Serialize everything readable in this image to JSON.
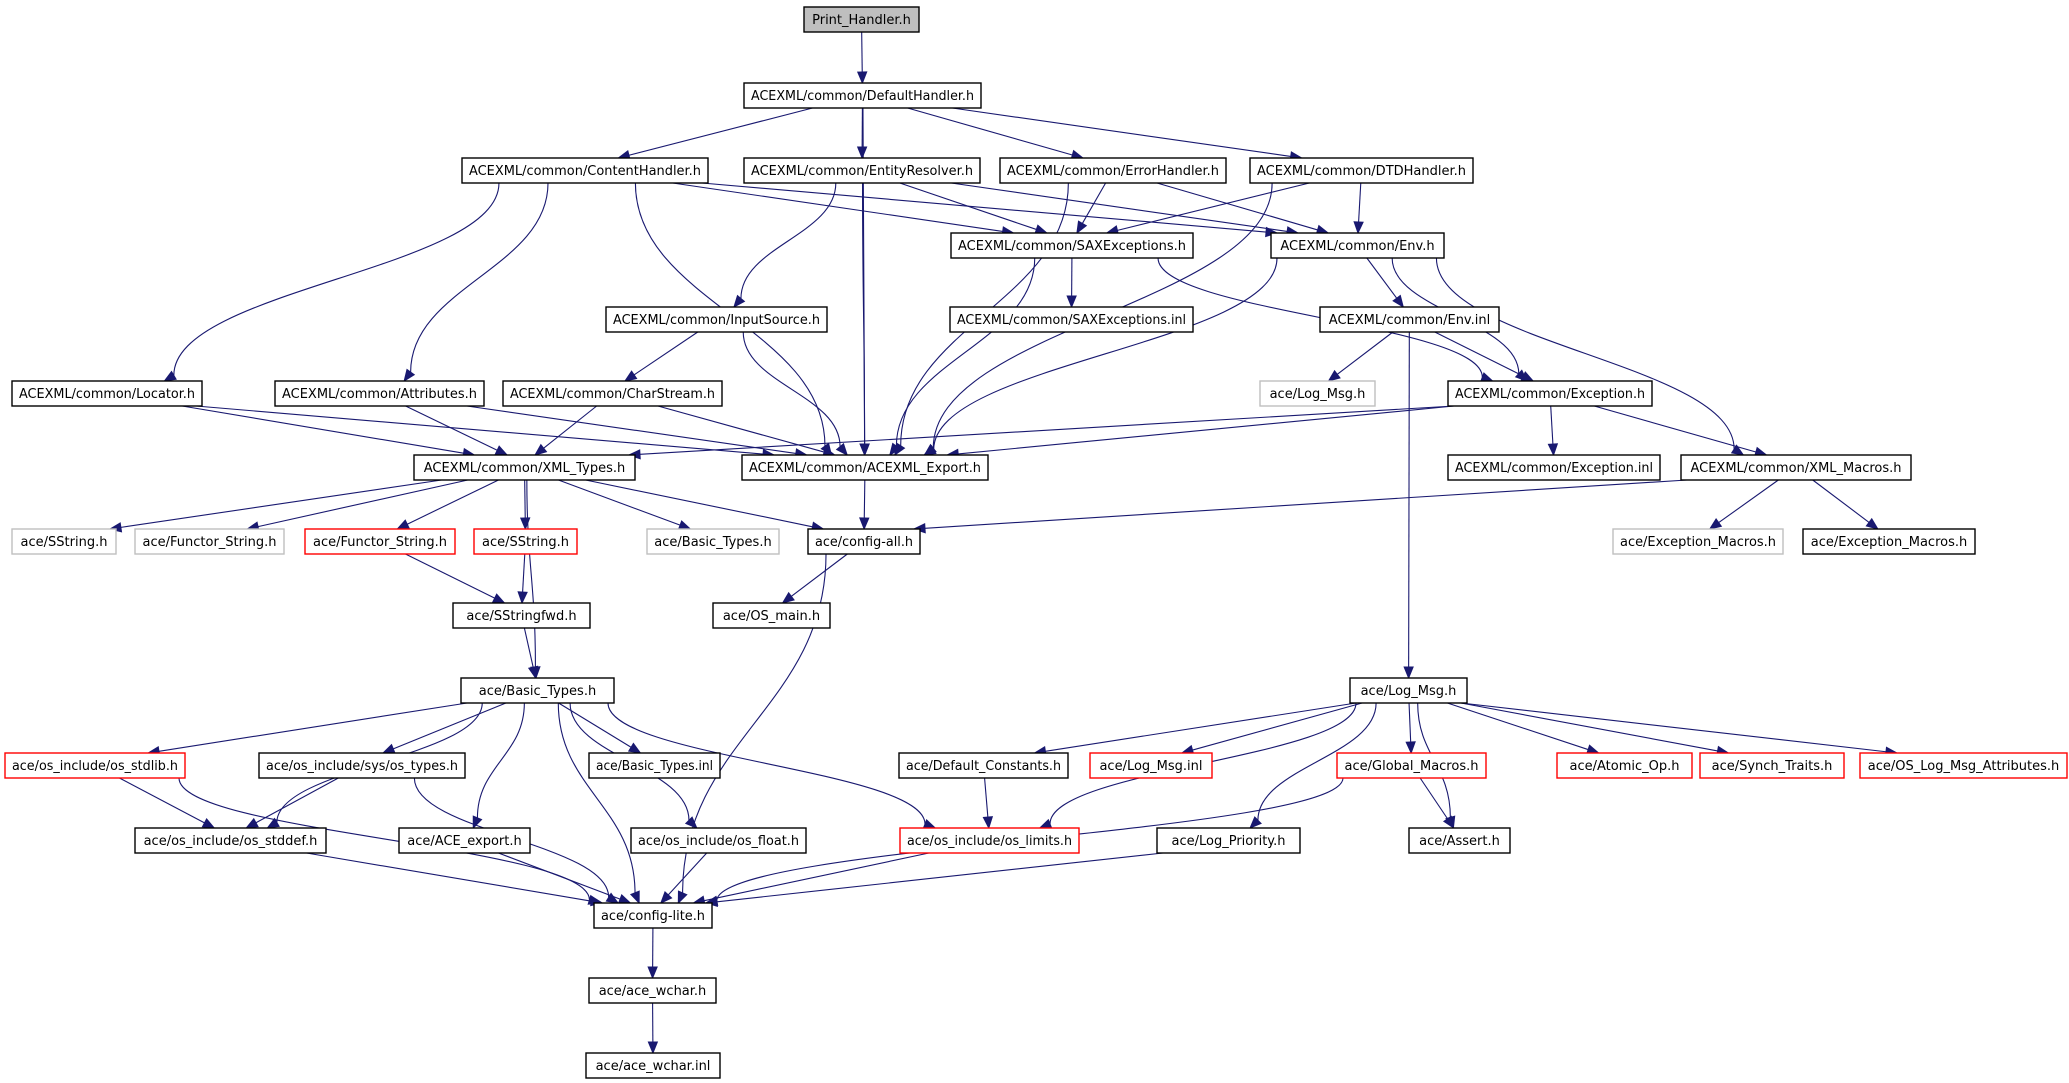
{
  "title": "Print_Handler.h include dependency graph",
  "colors": {
    "edge": "#191970",
    "root_fill": "#bfbfbf",
    "normal_border": "#000000",
    "missing_border": "#bfbfbf",
    "truncated_border": "#ff0000"
  },
  "nodes": [
    {
      "id": "print_handler",
      "label": "Print_Handler.h",
      "kind": "root"
    },
    {
      "id": "default_handler",
      "label": "ACEXML/common/DefaultHandler.h",
      "kind": "normal"
    },
    {
      "id": "content_handler",
      "label": "ACEXML/common/ContentHandler.h",
      "kind": "normal"
    },
    {
      "id": "entity_resolver",
      "label": "ACEXML/common/EntityResolver.h",
      "kind": "normal"
    },
    {
      "id": "error_handler",
      "label": "ACEXML/common/ErrorHandler.h",
      "kind": "normal"
    },
    {
      "id": "dtd_handler",
      "label": "ACEXML/common/DTDHandler.h",
      "kind": "normal"
    },
    {
      "id": "sax_exceptions",
      "label": "ACEXML/common/SAXExceptions.h",
      "kind": "normal"
    },
    {
      "id": "env_h",
      "label": "ACEXML/common/Env.h",
      "kind": "normal"
    },
    {
      "id": "sax_exceptions_inl",
      "label": "ACEXML/common/SAXExceptions.inl",
      "kind": "normal"
    },
    {
      "id": "input_source",
      "label": "ACEXML/common/InputSource.h",
      "kind": "normal"
    },
    {
      "id": "env_inl",
      "label": "ACEXML/common/Env.inl",
      "kind": "normal"
    },
    {
      "id": "locator",
      "label": "ACEXML/common/Locator.h",
      "kind": "normal"
    },
    {
      "id": "attributes",
      "label": "ACEXML/common/Attributes.h",
      "kind": "normal"
    },
    {
      "id": "char_stream",
      "label": "ACEXML/common/CharStream.h",
      "kind": "normal"
    },
    {
      "id": "log_msg_grey",
      "label": "ace/Log_Msg.h",
      "kind": "missing"
    },
    {
      "id": "exception_h",
      "label": "ACEXML/common/Exception.h",
      "kind": "normal"
    },
    {
      "id": "xml_types",
      "label": "ACEXML/common/XML_Types.h",
      "kind": "normal"
    },
    {
      "id": "acexml_export",
      "label": "ACEXML/common/ACEXML_Export.h",
      "kind": "normal"
    },
    {
      "id": "exception_inl",
      "label": "ACEXML/common/Exception.inl",
      "kind": "normal"
    },
    {
      "id": "xml_macros",
      "label": "ACEXML/common/XML_Macros.h",
      "kind": "normal"
    },
    {
      "id": "sstring_grey",
      "label": "ace/SString.h",
      "kind": "missing"
    },
    {
      "id": "functor_string_grey",
      "label": "ace/Functor_String.h",
      "kind": "missing"
    },
    {
      "id": "functor_string_red",
      "label": "ace/Functor_String.h",
      "kind": "truncated"
    },
    {
      "id": "sstring_red",
      "label": "ace/SString.h",
      "kind": "truncated"
    },
    {
      "id": "basic_types_grey",
      "label": "ace/Basic_Types.h",
      "kind": "missing"
    },
    {
      "id": "config_all",
      "label": "ace/config-all.h",
      "kind": "normal"
    },
    {
      "id": "exception_macros_grey",
      "label": "ace/Exception_Macros.h",
      "kind": "missing"
    },
    {
      "id": "exception_macros",
      "label": "ace/Exception_Macros.h",
      "kind": "normal"
    },
    {
      "id": "sstringfwd",
      "label": "ace/SStringfwd.h",
      "kind": "normal"
    },
    {
      "id": "os_main",
      "label": "ace/OS_main.h",
      "kind": "normal"
    },
    {
      "id": "basic_types",
      "label": "ace/Basic_Types.h",
      "kind": "normal"
    },
    {
      "id": "log_msg",
      "label": "ace/Log_Msg.h",
      "kind": "normal"
    },
    {
      "id": "os_stdlib",
      "label": "ace/os_include/os_stdlib.h",
      "kind": "truncated"
    },
    {
      "id": "sys_os_types",
      "label": "ace/os_include/sys/os_types.h",
      "kind": "normal"
    },
    {
      "id": "basic_types_inl",
      "label": "ace/Basic_Types.inl",
      "kind": "normal"
    },
    {
      "id": "default_constants",
      "label": "ace/Default_Constants.h",
      "kind": "normal"
    },
    {
      "id": "log_msg_inl",
      "label": "ace/Log_Msg.inl",
      "kind": "truncated"
    },
    {
      "id": "global_macros",
      "label": "ace/Global_Macros.h",
      "kind": "truncated"
    },
    {
      "id": "atomic_op",
      "label": "ace/Atomic_Op.h",
      "kind": "truncated"
    },
    {
      "id": "synch_traits",
      "label": "ace/Synch_Traits.h",
      "kind": "truncated"
    },
    {
      "id": "os_log_msg_attributes",
      "label": "ace/OS_Log_Msg_Attributes.h",
      "kind": "truncated"
    },
    {
      "id": "os_stddef",
      "label": "ace/os_include/os_stddef.h",
      "kind": "normal"
    },
    {
      "id": "ace_export",
      "label": "ace/ACE_export.h",
      "kind": "normal"
    },
    {
      "id": "os_float",
      "label": "ace/os_include/os_float.h",
      "kind": "normal"
    },
    {
      "id": "os_limits",
      "label": "ace/os_include/os_limits.h",
      "kind": "truncated"
    },
    {
      "id": "log_priority",
      "label": "ace/Log_Priority.h",
      "kind": "normal"
    },
    {
      "id": "assert",
      "label": "ace/Assert.h",
      "kind": "normal"
    },
    {
      "id": "config_lite",
      "label": "ace/config-lite.h",
      "kind": "normal"
    },
    {
      "id": "ace_wchar_h",
      "label": "ace/ace_wchar.h",
      "kind": "normal"
    },
    {
      "id": "ace_wchar_inl",
      "label": "ace/ace_wchar.inl",
      "kind": "normal"
    }
  ],
  "edges": [
    [
      "print_handler",
      "default_handler"
    ],
    [
      "default_handler",
      "content_handler"
    ],
    [
      "default_handler",
      "entity_resolver"
    ],
    [
      "default_handler",
      "error_handler"
    ],
    [
      "default_handler",
      "dtd_handler"
    ],
    [
      "default_handler",
      "acexml_export"
    ],
    [
      "content_handler",
      "sax_exceptions"
    ],
    [
      "content_handler",
      "env_h"
    ],
    [
      "content_handler",
      "locator"
    ],
    [
      "content_handler",
      "attributes"
    ],
    [
      "content_handler",
      "acexml_export"
    ],
    [
      "entity_resolver",
      "sax_exceptions"
    ],
    [
      "entity_resolver",
      "env_h"
    ],
    [
      "entity_resolver",
      "input_source"
    ],
    [
      "entity_resolver",
      "acexml_export"
    ],
    [
      "error_handler",
      "sax_exceptions"
    ],
    [
      "error_handler",
      "env_h"
    ],
    [
      "error_handler",
      "acexml_export"
    ],
    [
      "dtd_handler",
      "sax_exceptions"
    ],
    [
      "dtd_handler",
      "env_h"
    ],
    [
      "dtd_handler",
      "acexml_export"
    ],
    [
      "sax_exceptions",
      "sax_exceptions_inl"
    ],
    [
      "sax_exceptions",
      "exception_h"
    ],
    [
      "sax_exceptions",
      "acexml_export"
    ],
    [
      "env_h",
      "env_inl"
    ],
    [
      "env_h",
      "exception_h"
    ],
    [
      "env_h",
      "xml_macros"
    ],
    [
      "env_h",
      "acexml_export"
    ],
    [
      "env_inl",
      "log_msg_grey"
    ],
    [
      "env_inl",
      "exception_h"
    ],
    [
      "env_inl",
      "log_msg"
    ],
    [
      "input_source",
      "char_stream"
    ],
    [
      "input_source",
      "acexml_export"
    ],
    [
      "locator",
      "xml_types"
    ],
    [
      "locator",
      "acexml_export"
    ],
    [
      "attributes",
      "xml_types"
    ],
    [
      "attributes",
      "acexml_export"
    ],
    [
      "char_stream",
      "xml_types"
    ],
    [
      "char_stream",
      "acexml_export"
    ],
    [
      "exception_h",
      "exception_inl"
    ],
    [
      "exception_h",
      "xml_macros"
    ],
    [
      "exception_h",
      "xml_types"
    ],
    [
      "exception_h",
      "acexml_export"
    ],
    [
      "xml_macros",
      "exception_macros_grey"
    ],
    [
      "xml_macros",
      "exception_macros"
    ],
    [
      "xml_macros",
      "config_all"
    ],
    [
      "xml_types",
      "sstring_grey"
    ],
    [
      "xml_types",
      "functor_string_grey"
    ],
    [
      "xml_types",
      "functor_string_red"
    ],
    [
      "xml_types",
      "sstring_red"
    ],
    [
      "xml_types",
      "basic_types_grey"
    ],
    [
      "xml_types",
      "config_all"
    ],
    [
      "xml_types",
      "basic_types"
    ],
    [
      "acexml_export",
      "config_all"
    ],
    [
      "functor_string_red",
      "sstringfwd"
    ],
    [
      "sstring_red",
      "sstringfwd"
    ],
    [
      "sstringfwd",
      "basic_types"
    ],
    [
      "config_all",
      "os_main"
    ],
    [
      "config_all",
      "config_lite"
    ],
    [
      "basic_types",
      "os_stdlib"
    ],
    [
      "basic_types",
      "sys_os_types"
    ],
    [
      "basic_types",
      "basic_types_inl"
    ],
    [
      "basic_types",
      "os_stddef"
    ],
    [
      "basic_types",
      "ace_export"
    ],
    [
      "basic_types",
      "os_float"
    ],
    [
      "basic_types",
      "os_limits"
    ],
    [
      "basic_types",
      "config_lite"
    ],
    [
      "os_stdlib",
      "os_stddef"
    ],
    [
      "os_stdlib",
      "config_lite"
    ],
    [
      "sys_os_types",
      "os_stddef"
    ],
    [
      "sys_os_types",
      "config_lite"
    ],
    [
      "os_stddef",
      "config_lite"
    ],
    [
      "ace_export",
      "config_lite"
    ],
    [
      "os_float",
      "config_lite"
    ],
    [
      "os_limits",
      "config_lite"
    ],
    [
      "log_msg",
      "default_constants"
    ],
    [
      "log_msg",
      "log_msg_inl"
    ],
    [
      "log_msg",
      "os_limits"
    ],
    [
      "log_msg",
      "log_priority"
    ],
    [
      "log_msg",
      "global_macros"
    ],
    [
      "log_msg",
      "assert"
    ],
    [
      "log_msg",
      "atomic_op"
    ],
    [
      "log_msg",
      "synch_traits"
    ],
    [
      "log_msg",
      "os_log_msg_attributes"
    ],
    [
      "default_constants",
      "os_limits"
    ],
    [
      "global_macros",
      "assert"
    ],
    [
      "global_macros",
      "config_lite"
    ],
    [
      "log_priority",
      "config_lite"
    ],
    [
      "config_lite",
      "ace_wchar_h"
    ],
    [
      "ace_wchar_h",
      "ace_wchar_inl"
    ]
  ]
}
